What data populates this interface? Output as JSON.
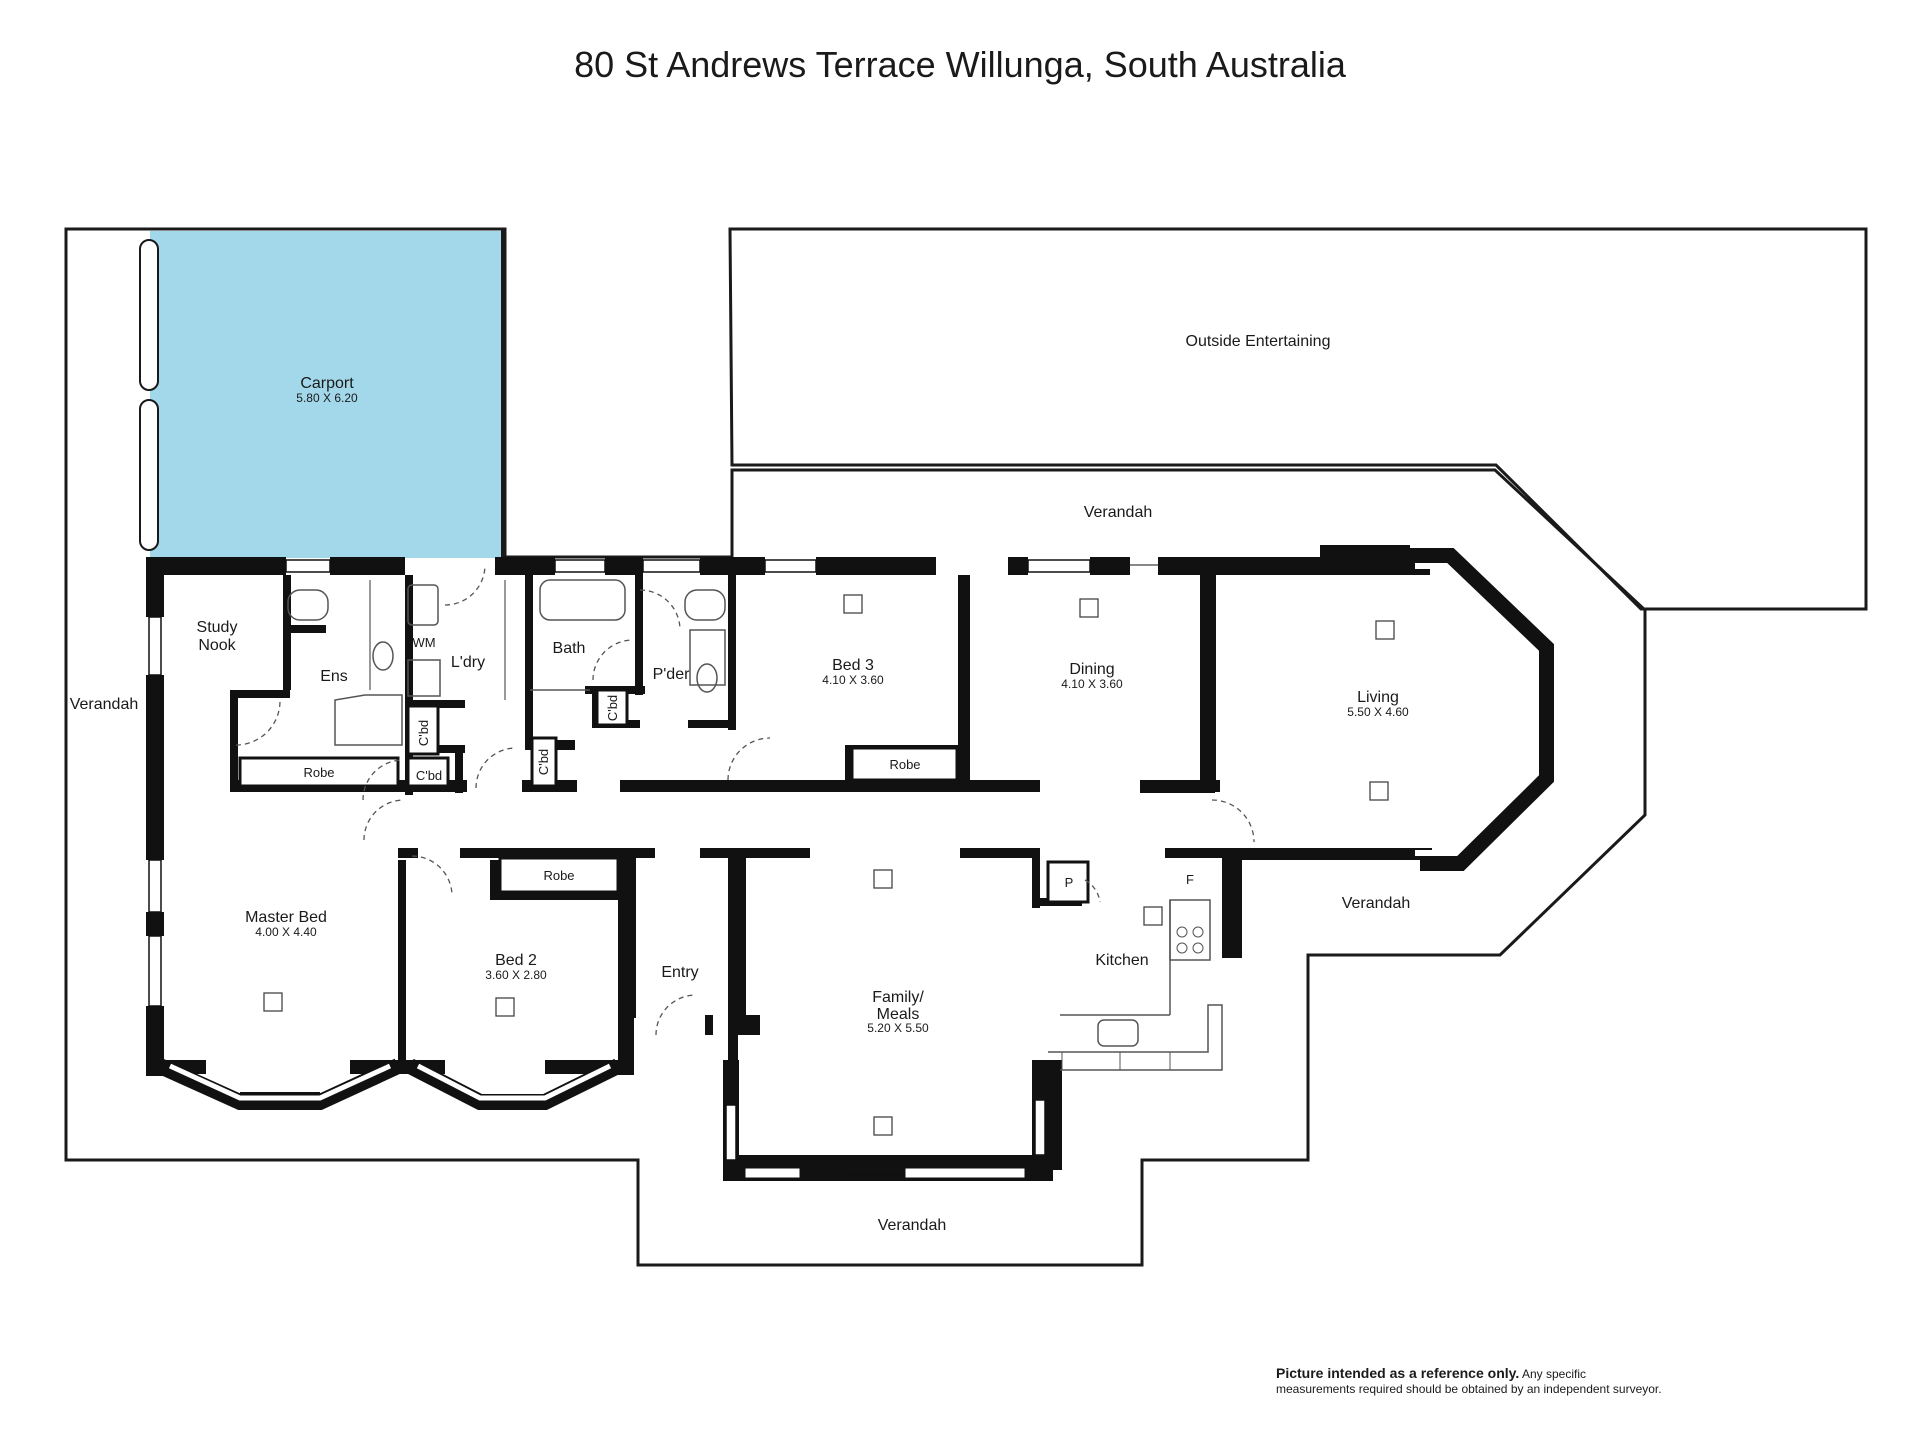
{
  "title": "80 St Andrews Terrace Willunga, South Australia",
  "rooms": {
    "carport": {
      "name": "Carport",
      "dims": "5.80 X 6.20"
    },
    "outside_entertaining": {
      "name": "Outside Entertaining"
    },
    "verandah_top": {
      "name": "Verandah"
    },
    "verandah_left": {
      "name": "Verandah"
    },
    "verandah_right": {
      "name": "Verandah"
    },
    "verandah_bottom": {
      "name": "Verandah"
    },
    "study_nook": {
      "line1": "Study",
      "line2": "Nook"
    },
    "ens": {
      "name": "Ens"
    },
    "wm": {
      "name": "WM"
    },
    "ldry": {
      "name": "L'dry"
    },
    "bath": {
      "name": "Bath"
    },
    "pder": {
      "name": "P'der"
    },
    "bed3": {
      "name": "Bed 3",
      "dims": "4.10 X 3.60"
    },
    "dining": {
      "name": "Dining",
      "dims": "4.10 X 3.60"
    },
    "living": {
      "name": "Living",
      "dims": "5.50 X 4.60"
    },
    "cbd1": {
      "name": "C'bd"
    },
    "cbd2": {
      "name": "C'bd"
    },
    "cbd3": {
      "name": "C'bd"
    },
    "cbd4": {
      "name": "C'bd"
    },
    "robe1": {
      "name": "Robe"
    },
    "robe2": {
      "name": "Robe"
    },
    "robe3": {
      "name": "Robe"
    },
    "master_bed": {
      "name": "Master Bed",
      "dims": "4.00 X 4.40"
    },
    "bed2": {
      "name": "Bed 2",
      "dims": "3.60 X 2.80"
    },
    "entry": {
      "name": "Entry"
    },
    "family": {
      "line1": "Family/",
      "line2": "Meals",
      "dims": "5.20 X 5.50"
    },
    "kitchen": {
      "name": "Kitchen"
    },
    "pantry": {
      "name": "P"
    },
    "fridge": {
      "name": "F"
    }
  },
  "disclaimer": {
    "bold": "Picture intended as a reference only.",
    "line1": "Any specific",
    "line2": "measurements required should be obtained by an independent surveyor."
  },
  "colors": {
    "carport_fill": "#a3d8ea",
    "wall": "#111111",
    "outline": "#1a1a1a"
  }
}
